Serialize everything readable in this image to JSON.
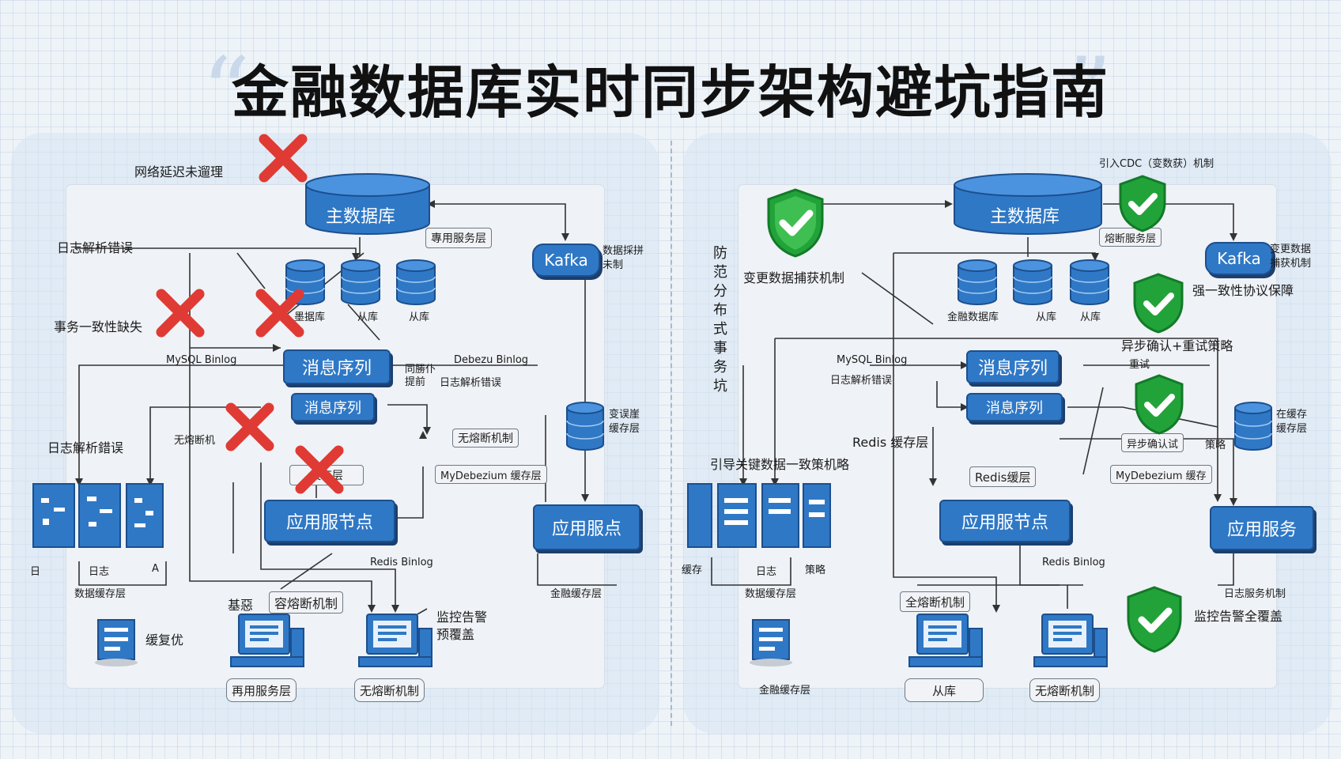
{
  "title": "金融数据库实时同步架构避坑指南",
  "left": {
    "main_db": "主数据库",
    "issue_network": "网络延迟未遛理",
    "issue_log_parse_top": "日志解析错误",
    "issue_tx": "事务一致性缺失",
    "issue_log_parse_left": "日志解析錯误",
    "tag_service_layer": "專用服务层",
    "kafka": "Kafka",
    "kafka_note": "数据採拼\n未制",
    "db_labels": [
      "墨据库",
      "从库",
      "从库"
    ],
    "mysql_binlog": "MySQL Binlog",
    "debezium_binlog": "Debezu Binlog",
    "note_sync": "同勝仆\n提前",
    "note_log_error": "日志解析错误",
    "queue1": "消息序列",
    "queue2": "消息序列",
    "cache_note": "变误崖\n缓存层",
    "no_break_left": "无熔断机",
    "no_break_right": "无熔断机制",
    "red_tag": "缓存层",
    "mydebezium": "MyDebezium 缓存层",
    "app_node": "应用服节点",
    "app_service": "应用服点",
    "redis_binlog": "Redis Binlog",
    "finance_cache": "金融缓存层",
    "rack_labels": [
      "日",
      "日志",
      "A"
    ],
    "rack_bottom": "数据缓存层",
    "base": "基惡",
    "no_break_bottom": "容熔断机制",
    "monitor": "监控告警\n预覆盖",
    "server_label": "缓复优",
    "pc1": "再用服务层",
    "pc2": "无熔断机制"
  },
  "right": {
    "main_db": "主数据库",
    "cdc": "引入CDC（变数获）机制",
    "tag_service_layer": "熔断服务层",
    "kafka": "Kafka",
    "kafka_note": "变更数据\n捕获机制",
    "capture": "变更数据捕获机制",
    "consistency": "强一致性协议保障",
    "vertical_note": "防范分布式事务坑",
    "db_labels": [
      "金融数据库",
      "从库",
      "从库"
    ],
    "retry": "异步确认+重试策略",
    "retry_sub": "重试",
    "mysql_binlog": "MySQL Binlog",
    "log_parse": "日志解析错误",
    "queue1": "消息序列",
    "queue2": "消息序列",
    "cache_note": "在缓存\n缓存层",
    "redis_cache": "Redis 缓存层",
    "confirm": "异步确认试",
    "confirm_note": "策略",
    "fault": "引导关键数据一致策机略",
    "redis_tag": "Redis缓层",
    "mydebezium": "MyDebezium 缓存",
    "app_node": "应用服节点",
    "app_service": "应用服务",
    "redis_binlog": "Redis Binlog",
    "service_mech": "日志服务机制",
    "rack_labels": [
      "缓存",
      "日志",
      "策略"
    ],
    "rack_bottom": "数据缓存层",
    "fuse": "全熔断机制",
    "monitor": "监控告警全覆盖",
    "server_label": "金融缓存层",
    "pc1": "从库",
    "pc2": "无熔断机制"
  },
  "colors": {
    "blue": "#2f78c6",
    "blue_dark": "#1c4f8e",
    "red_cross": "#e03a34",
    "green_shield": "#22a33a"
  }
}
